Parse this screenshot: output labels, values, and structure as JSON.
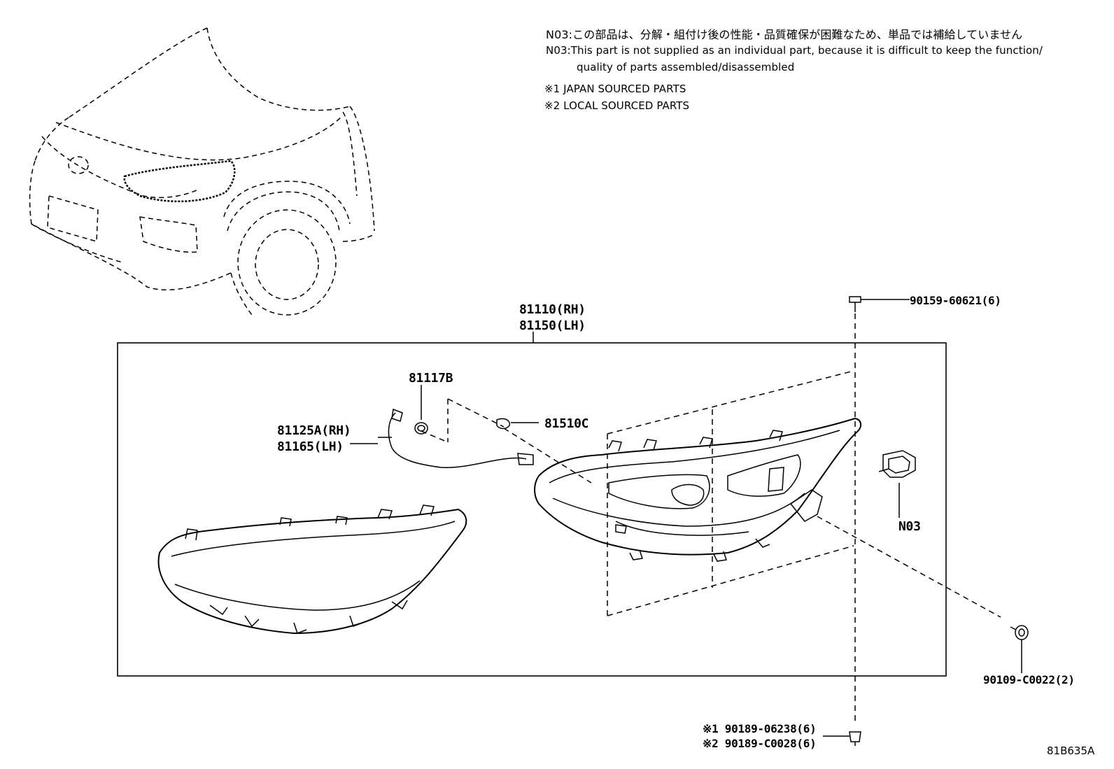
{
  "notes": {
    "n03_jp": "N03:この部品は、分解・組付け後の性能・品質確保が困難なため、単品では補給していません",
    "n03_en_1": "N03:This part is not supplied as an individual part, because it is difficult to keep the function/",
    "n03_en_2": "quality of parts assembled/disassembled",
    "source_1": "※1 JAPAN SOURCED PARTS",
    "source_2": "※2 LOCAL SOURCED PARTS"
  },
  "parts": {
    "headlamp_rh": "81110(RH)",
    "headlamp_lh": "81150(LH)",
    "bolt_top": "90159-60621(6)",
    "socket": "81117B",
    "wire_rh": "81125A(RH)",
    "wire_lh": "81165(LH)",
    "bulb": "81510C",
    "n03": "N03",
    "nut": "90109-C0022(2)",
    "clip_1": "※1 90189-06238(6)",
    "clip_2": "※2 90189-C0028(6)"
  },
  "diagram_ref": "81B635A"
}
